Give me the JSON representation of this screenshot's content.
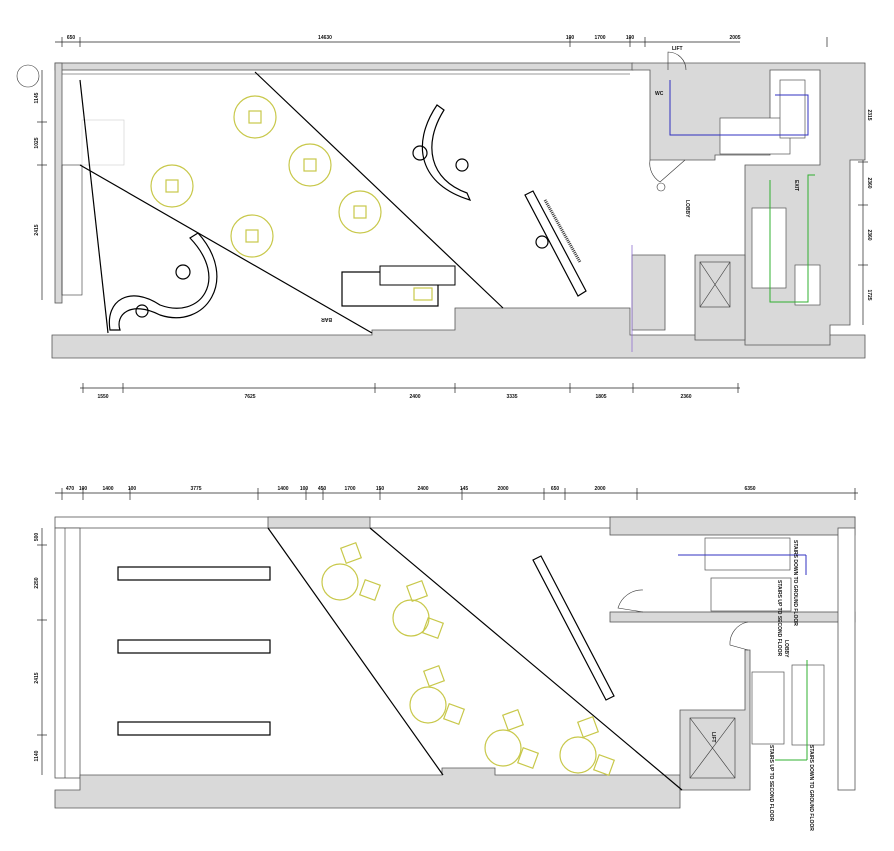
{
  "ground_floor": {
    "dims_top": [
      "650",
      "14630",
      "100",
      "1700",
      "100",
      "2005"
    ],
    "dims_bottom": [
      "1550",
      "7625",
      "2400",
      "3335",
      "1805",
      "2360"
    ],
    "dims_left": [
      "1145",
      "1025",
      "2415"
    ],
    "dims_right": [
      "2315",
      "2360",
      "2360",
      "1725"
    ],
    "labels": {
      "bar": "BAR",
      "lobby": "LOBBY",
      "lift": "LIFT",
      "exit": "EXIT",
      "wc": "WC"
    }
  },
  "first_floor": {
    "dims_top": [
      "470",
      "100",
      "1400",
      "100",
      "3775",
      "1400",
      "100",
      "450",
      "1700",
      "150",
      "2400",
      "145",
      "2000",
      "650",
      "2000",
      "6350"
    ],
    "dims_left": [
      "500",
      "2250",
      "2415",
      "1140"
    ],
    "labels": {
      "stairs_down": "STAIRS DOWN TO GROUND FLOOR",
      "stairs_up": "STAIRS UP TO SECOND FLOOR",
      "lift": "LIFT",
      "lobby": "LOBBY"
    }
  },
  "colors": {
    "furniture": "#c8c84a",
    "route_blue": "#3030c0",
    "route_green": "#30b030",
    "wall_fill": "#d9d9d9"
  }
}
